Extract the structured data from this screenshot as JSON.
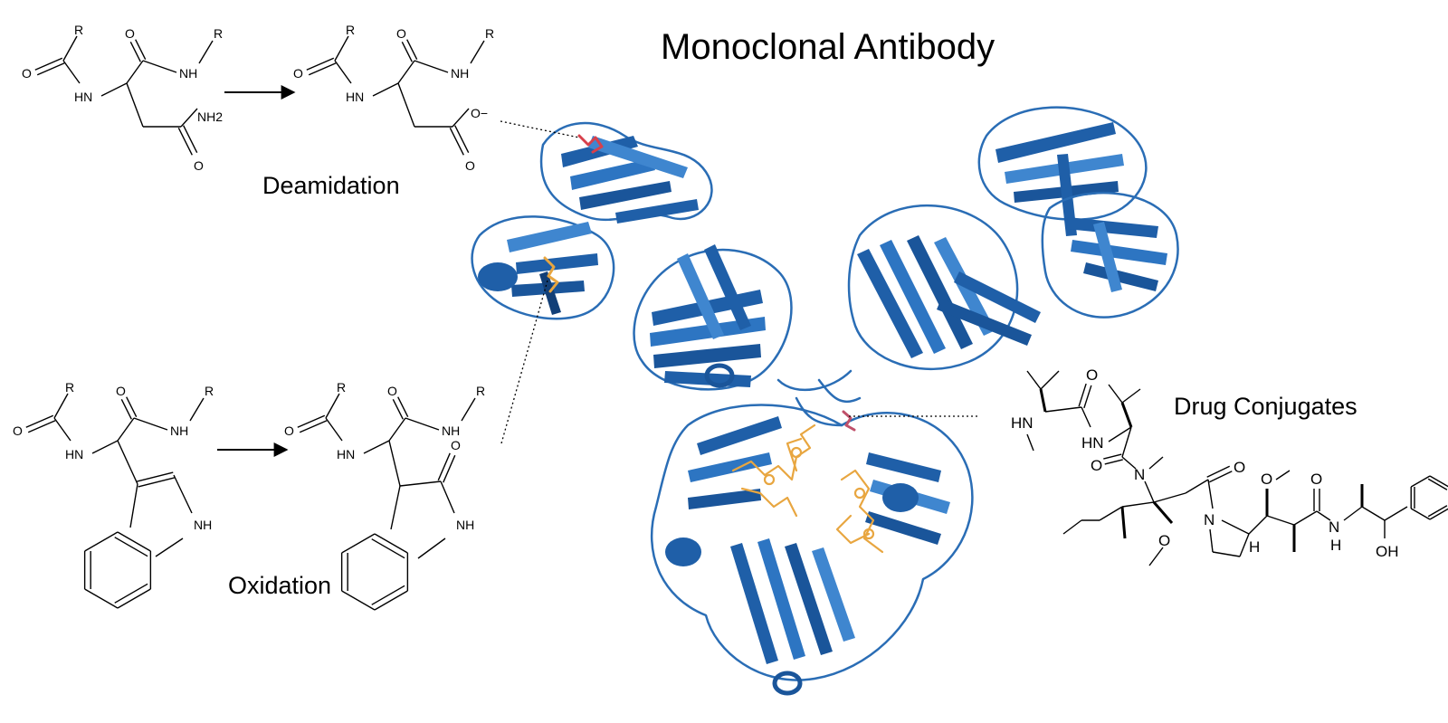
{
  "title": "Monoclonal Antibody",
  "labels": {
    "deamidation": "Deamidation",
    "oxidation": "Oxidation",
    "drug_conjugates": "Drug Conjugates"
  },
  "atoms": {
    "r": "R",
    "o": "O",
    "hn": "HN",
    "nh": "NH",
    "nh2": "NH2",
    "o_minus": "O−",
    "n": "N",
    "h": "H",
    "oh": "OH"
  },
  "colors": {
    "protein": "#1f5fa8",
    "protein_light": "#3f86cf",
    "protein_dark": "#123f77",
    "ligand": "#e8a640",
    "highlight": "#d8404b",
    "ink": "#000000"
  }
}
